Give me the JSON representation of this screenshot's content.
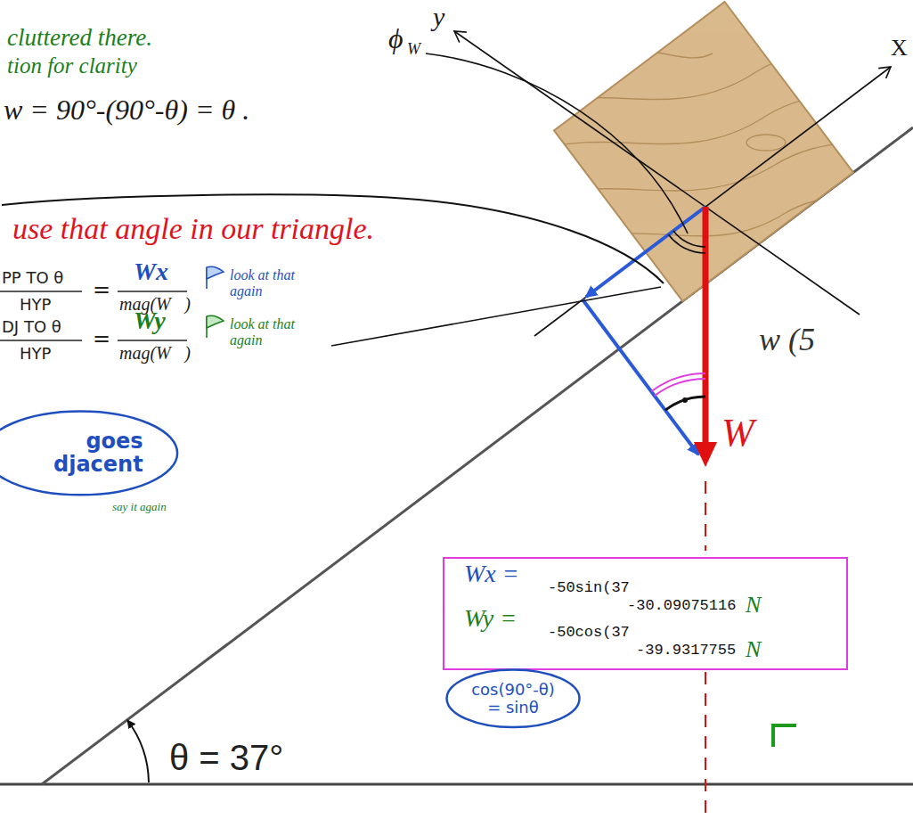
{
  "diagram": {
    "nodes": [
      {
        "text": [
          "Wx =",
          "-50sin(37",
          "-30.09075116",
          "N",
          "Wy =",
          "-50cos(37",
          "-39.9317755",
          "N"
        ]
      },
      {
        "text": [
          "goes djacent",
          "say it again"
        ]
      },
      {
        "text": [
          "cos(90°-θ) = sinθ"
        ]
      }
    ],
    "labels": [
      "cluttered there.",
      "tion for clarity",
      "y",
      "X",
      "ϕ",
      "W",
      "w = 90°-(90°-θ) = θ .",
      "use that angle in our triangle.",
      "PP TO θ",
      "HYP",
      "=",
      "Wx",
      "mag(W⃗)",
      "look at that again",
      "DJ TO θ",
      "HYP",
      "=",
      "Wy",
      "mag(W⃗)",
      "look at that again",
      "w (5",
      "W⃗",
      "θ = 37°"
    ]
  }
}
